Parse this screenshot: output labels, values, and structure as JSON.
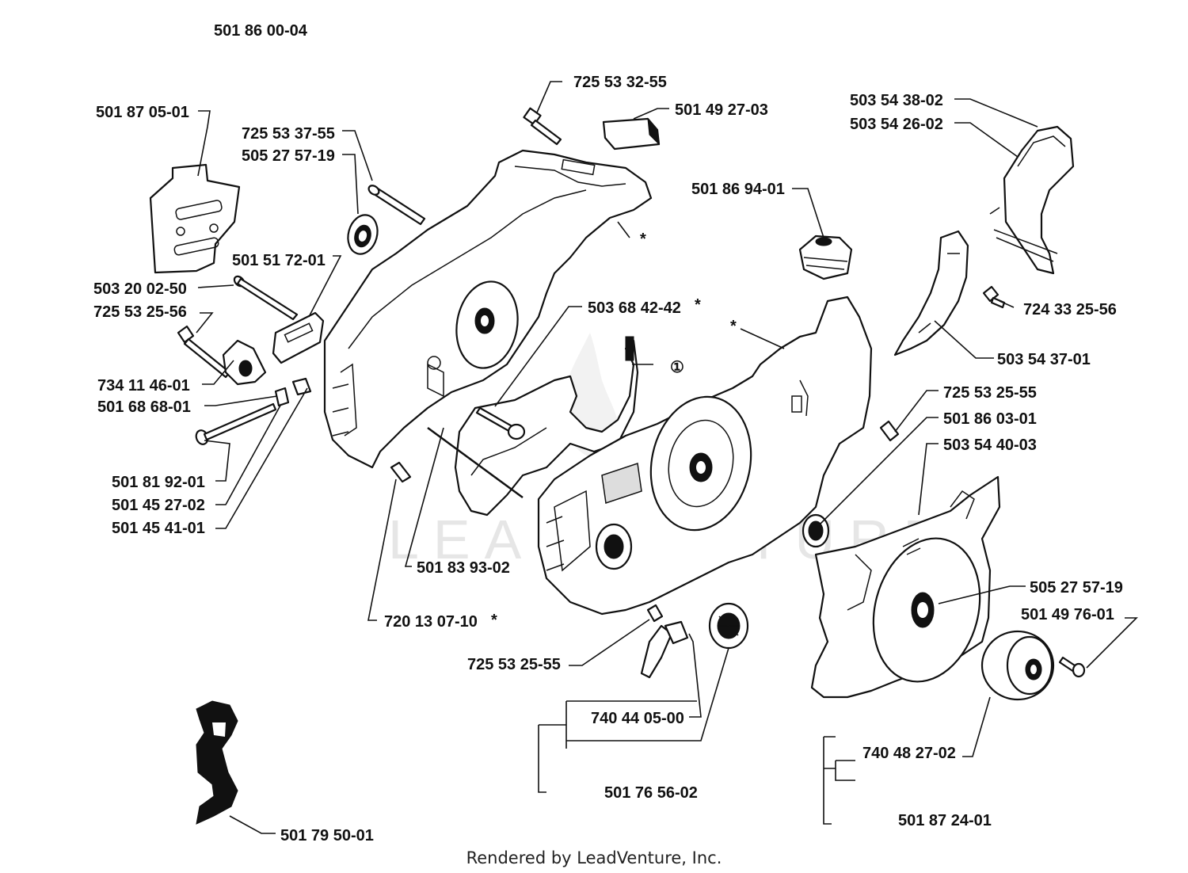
{
  "diagram": {
    "assembly_number": "501 86 00-04",
    "footer": "Rendered by LeadVenture, Inc.",
    "watermark": "LEADVENTURE",
    "part_labels": {
      "p5018705_01": "501 87 05-01",
      "p7255337_55": "725 53 37-55",
      "p5052757_19_a": "505 27 57-19",
      "p7255332_55": "725 53 32-55",
      "p5014927_03": "501 49 27-03",
      "p5035438_02": "503 54 38-02",
      "p5035426_02": "503 54 26-02",
      "p5018694_01": "501 86 94-01",
      "p5015172_01": "501 51 72-01",
      "p5032002_50": "503 20 02-50",
      "p7255325_56": "725 53 25-56",
      "p7341146_01": "734 11 46-01",
      "p5016868_01": "501 68 68-01",
      "p5036842_42": "503 68 42-42",
      "p7243325_56": "724 33 25-56",
      "p5035437_01": "503 54 37-01",
      "p7255325_55_a": "725 53 25-55",
      "p5018603_01": "501 86 03-01",
      "p5035440_03": "503 54 40-03",
      "p5018192_01": "501 81 92-01",
      "p5014527_02": "501 45 27-02",
      "p5014541_01": "501 45 41-01",
      "p5018393_02": "501 83 93-02",
      "p7201307_10": "720 13 07-10",
      "p5052757_19_b": "505 27 57-19",
      "p5014976_01": "501 49 76-01",
      "p7255325_55_b": "725 53 25-55",
      "p7404405_00": "740 44 05-00",
      "p5017656_02": "501 76 56-02",
      "p7404827_02": "740 48 27-02",
      "p5018724_01": "501 87 24-01",
      "p5017950_01": "501 79 50-01"
    },
    "markers": {
      "asterisk": "*",
      "circled_one": "①"
    }
  }
}
